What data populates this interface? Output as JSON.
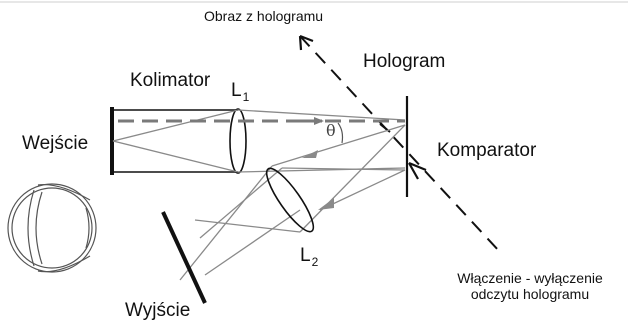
{
  "labels": {
    "image_from_hologram": "Obraz z hologramu",
    "collimator": "Kolimator",
    "lens1_letter": "L",
    "lens1_index": "1",
    "hologram": "Hologram",
    "input": "Wejście",
    "comparator": "Komparator",
    "lens2_letter": "L",
    "lens2_index": "2",
    "switch_line1": "Włączenie - wyłączenie",
    "switch_line2": "odczytu hologramu",
    "output": "Wyjście"
  },
  "colors": {
    "ink": "#111111",
    "beam": "#8a8a8a",
    "dashed_beam": "#7a7a7a"
  }
}
